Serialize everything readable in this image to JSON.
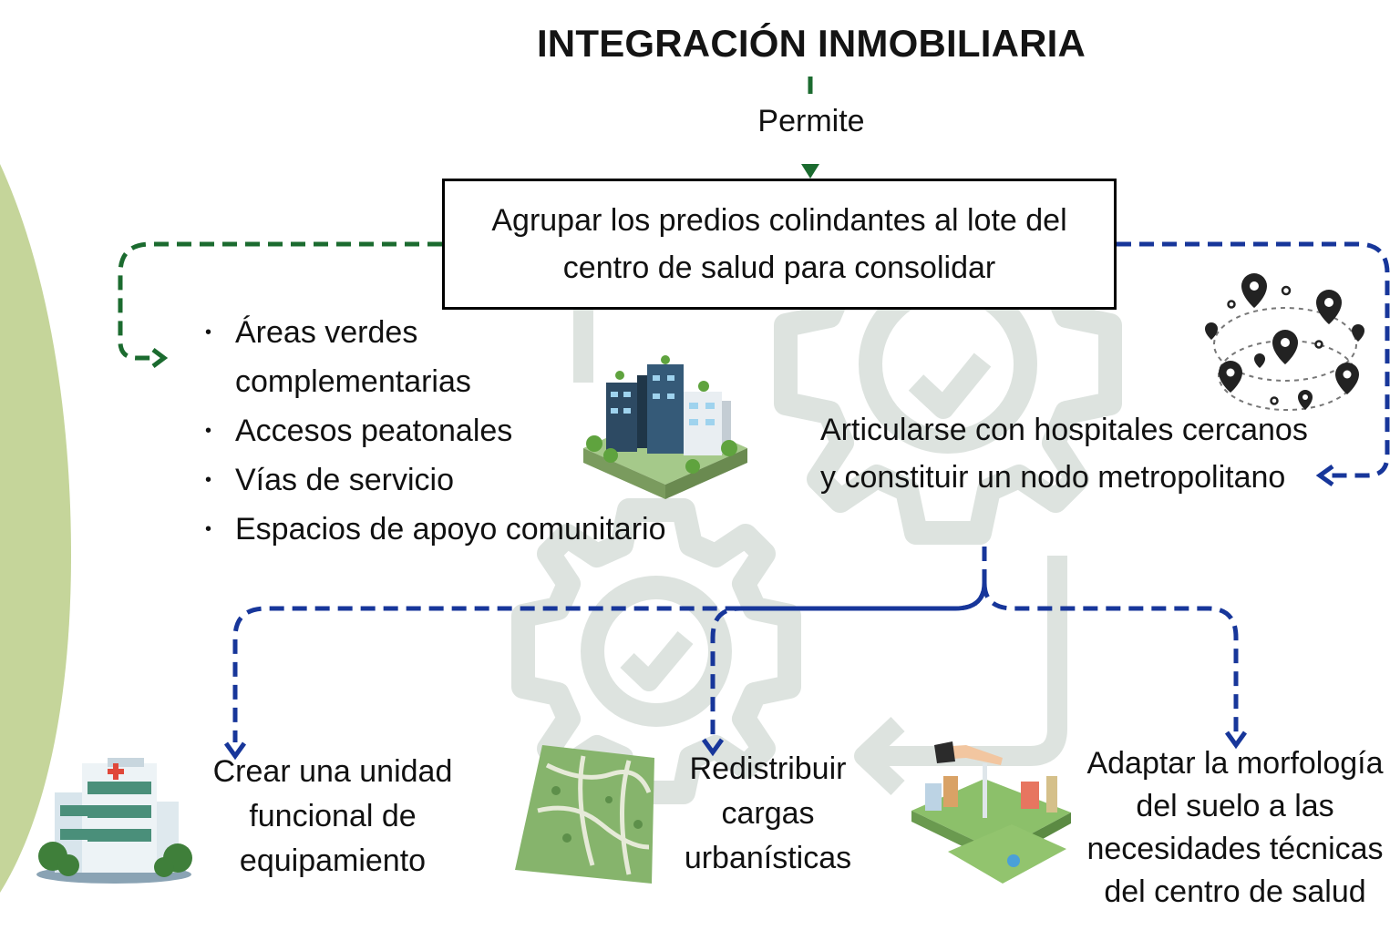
{
  "title": "INTEGRACIÓN INMOBILIARIA",
  "connector_label": "Permite",
  "main_box": "Agrupar los predios colindantes al lote del centro de salud para consolidar",
  "benefits": [
    "Áreas verdes complementarias",
    "Accesos peatonales",
    "Vías de servicio",
    "Espacios de apoyo comunitario"
  ],
  "articulate": "Articularse con hospitales cercanos y constituir un nodo metropolitano",
  "leaves": [
    "Crear una unidad funcional de equipamiento",
    "Redistribuir cargas urbanísticas",
    "Adaptar la morfología del suelo a las necesidades técnicas del centro de salud"
  ],
  "colors": {
    "green_connector": "#1b6b2f",
    "blue_connector": "#17369a",
    "side_panel": "#c5d59a",
    "watermark": "#dde3df"
  },
  "icons": [
    "gear-watermark-icon",
    "location-pins-network-icon",
    "green-city-block-icon",
    "hospital-building-icon",
    "land-parcels-map-icon",
    "urban-planning-hand-icon"
  ]
}
